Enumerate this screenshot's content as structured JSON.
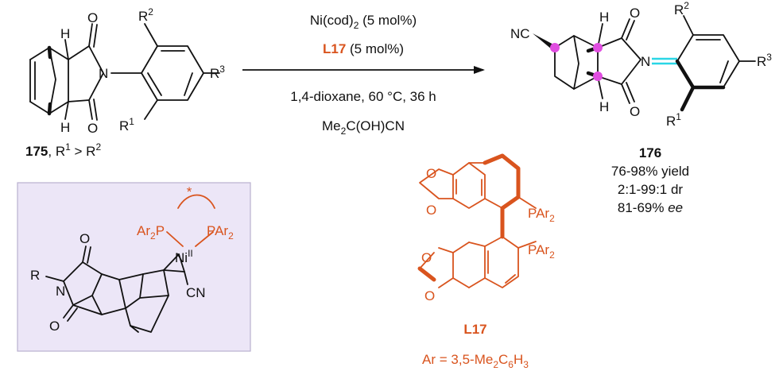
{
  "colors": {
    "ligand": "#d9541e",
    "panel_fill": "#ece6f7",
    "panel_border": "#b9b0cf",
    "stereocenter_dot": "#e04de0",
    "highlight_bond": "#2ad6e6"
  },
  "reactant": {
    "compound_number": "175",
    "label_rest": ", R",
    "r1_sup": "1",
    "gt": " > R",
    "r2_sup": "2",
    "atoms": {
      "O_top": "O",
      "O_bottom": "O",
      "N": "N",
      "H_top": "H",
      "H_bottom": "H",
      "R1": "R",
      "R1_sup": "1",
      "R2": "R",
      "R2_sup": "2",
      "R3": "R",
      "R3_sup": "3"
    }
  },
  "conditions": {
    "line1_a": "Ni(cod)",
    "line1_sub": "2",
    "line1_b": " (5 mol%)",
    "line2_a": "L17",
    "line2_b": " (5 mol%)",
    "line3": "1,4-dioxane, 60 °C, 36 h",
    "line4_a": "Me",
    "line4_sub": "2",
    "line4_b": "C(OH)CN"
  },
  "product": {
    "compound_number": "176",
    "yield": "76-98% yield",
    "dr": "2:1-99:1 dr",
    "ee_value": "81-69% ",
    "ee_unit": "ee",
    "atoms": {
      "NC": "NC",
      "O_top": "O",
      "O_bottom": "O",
      "N": "N",
      "H_top": "H",
      "H_bottom": "H",
      "R1": "R",
      "R1_sup": "1",
      "R2": "R",
      "R2_sup": "2",
      "R3": "R",
      "R3_sup": "3"
    }
  },
  "intermediate": {
    "star": "*",
    "ar2p_a": "Ar",
    "ar2p_sub": "2",
    "ar2p_b": "P",
    "par2_a": "PAr",
    "par2_sub": "2",
    "ni": "Ni",
    "ni_ox": "II",
    "cn": "CN",
    "R": "R",
    "N": "N",
    "O_top": "O",
    "O_bottom": "O"
  },
  "ligand": {
    "name": "L17",
    "par2_top_a": "PAr",
    "par2_top_sub": "2",
    "par2_bot_a": "PAr",
    "par2_bot_sub": "2",
    "o1": "O",
    "o2": "O",
    "o3": "O",
    "o4": "O",
    "ar_def_a": "Ar = 3,5-Me",
    "ar_def_sub1": "2",
    "ar_def_b": "C",
    "ar_def_sub2": "6",
    "ar_def_c": "H",
    "ar_def_sub3": "3"
  }
}
